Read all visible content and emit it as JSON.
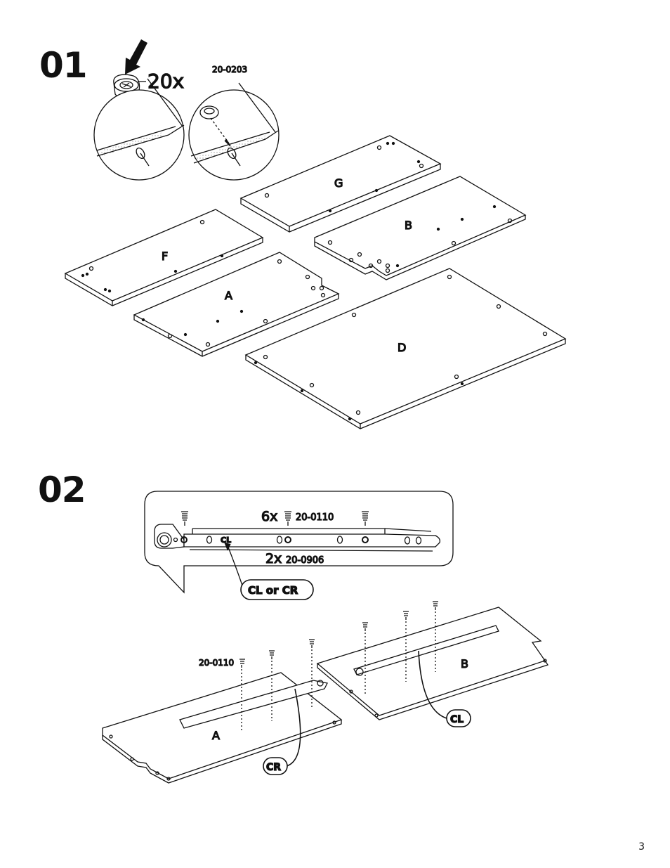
{
  "steps": [
    {
      "number": "01"
    },
    {
      "number": "02"
    }
  ],
  "step1": {
    "quantity": "20x",
    "part_code": "20-0203",
    "panels": [
      "G",
      "B",
      "F",
      "A",
      "D"
    ]
  },
  "step2": {
    "screw_qty": "6x",
    "screw_code": "20-0110",
    "slide_qty": "2x",
    "slide_code": "20-0906",
    "slide_mark": "CL",
    "callout_main": "CL or CR",
    "screw_code_side": "20-0110",
    "panel_left": "A",
    "panel_right": "B",
    "callout_left": "CR",
    "callout_right": "CL"
  },
  "page_number": "3"
}
